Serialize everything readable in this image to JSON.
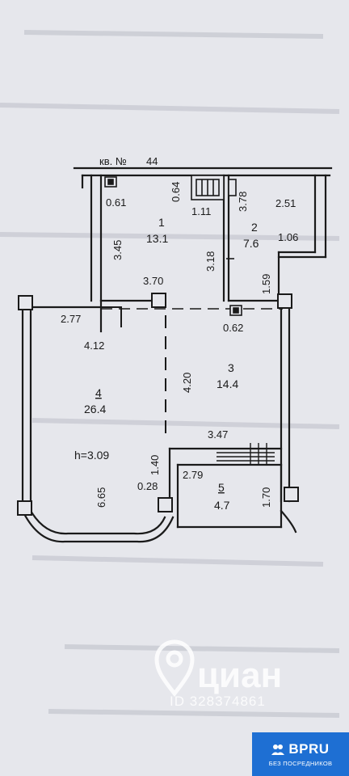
{
  "plan": {
    "apartment_label": "кв. №",
    "apartment_number": "44",
    "ceiling_height": "h=3.09",
    "rooms": [
      {
        "number": "1",
        "area": "13.1"
      },
      {
        "number": "2",
        "area": "7.6"
      },
      {
        "number": "3",
        "area": "14.4"
      },
      {
        "number": "4",
        "area": "26.4"
      },
      {
        "number": "5",
        "area": "4.7"
      }
    ],
    "dimensions": {
      "d061": "0.61",
      "d064": "0.64",
      "d111": "1.11",
      "d378": "3.78",
      "d251": "2.51",
      "d345": "3.45",
      "d318": "3.18",
      "d106": "1.06",
      "d159": "1.59",
      "d370": "3.70",
      "d277": "2.77",
      "d062": "0.62",
      "d412": "4.12",
      "d420": "4.20",
      "d347": "3.47",
      "d140": "1.40",
      "d028": "0.28",
      "d279": "2.79",
      "d170": "1.70",
      "d665": "6.65"
    }
  },
  "watermark": {
    "brand": "циан",
    "id_text": "ID 328374861"
  },
  "badge": {
    "brand": "BPRU",
    "subtitle": "БЕЗ ПОСРЕДНИКОВ"
  },
  "colors": {
    "paper": "#e6e7ec",
    "lines": "#1a1a1a",
    "badge": "#1e6fd3",
    "watermark": "#ffffff"
  }
}
